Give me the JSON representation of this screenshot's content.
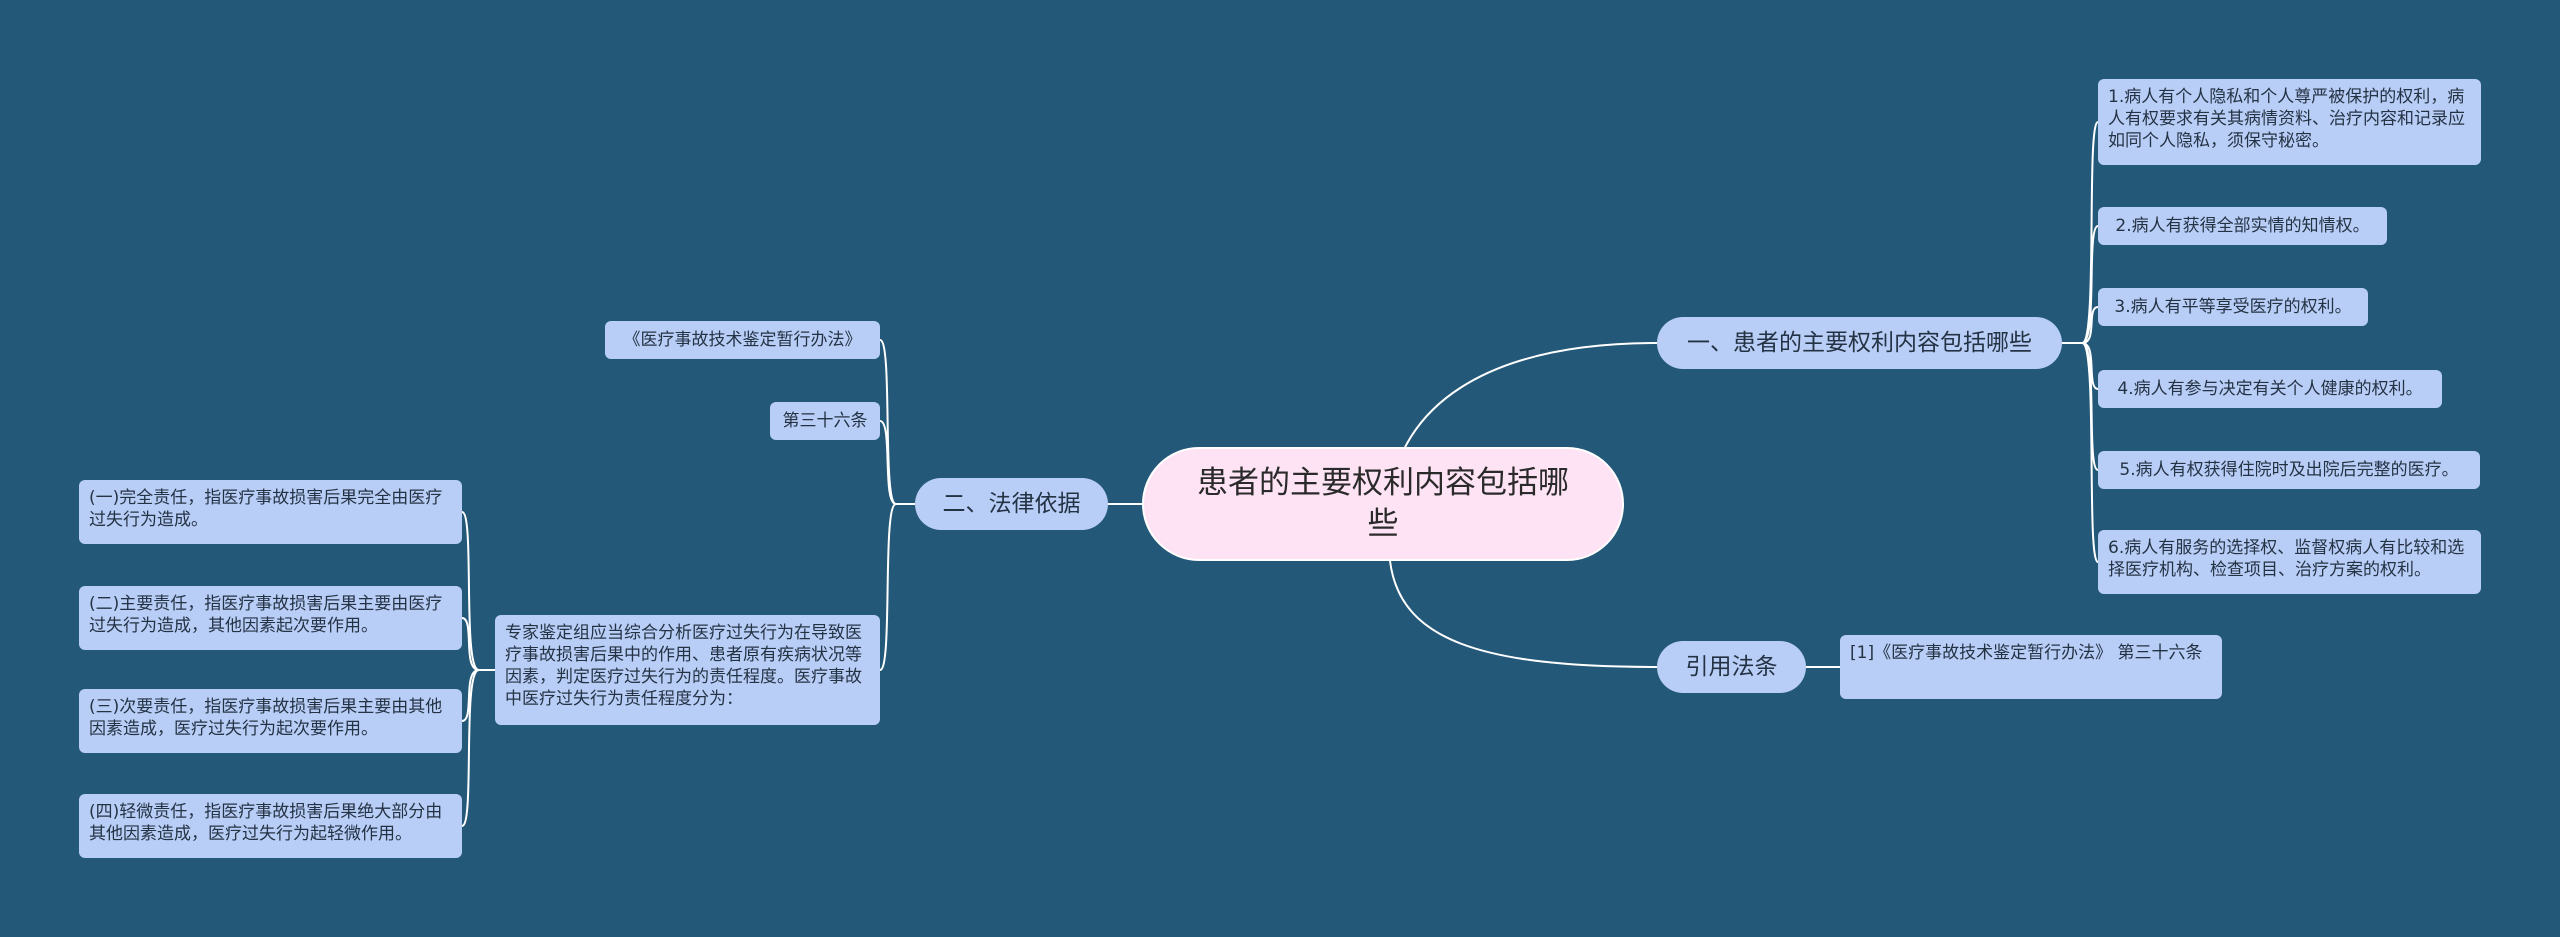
{
  "root": {
    "title": "患者的主要权利内容包括哪些"
  },
  "branches": {
    "rights": {
      "label": "一、患者的主要权利内容包括哪些",
      "items": [
        "1.病人有个人隐私和个人尊严被保护的权利，病人有权要求有关其病情资料、治疗内容和记录应如同个人隐私，须保守秘密。",
        "2.病人有获得全部实情的知情权。",
        "3.病人有平等享受医疗的权利。",
        "4.病人有参与决定有关个人健康的权利。",
        "5.病人有权获得住院时及出院后完整的医疗。",
        "6.病人有服务的选择权、监督权病人有比较和选择医疗机构、检查项目、治疗方案的权利。"
      ]
    },
    "citation": {
      "label": "引用法条",
      "items": [
        "[1]《医疗事故技术鉴定暂行办法》 第三十六条"
      ]
    },
    "legal": {
      "label": "二、法律依据",
      "items": {
        "law": "《医疗事故技术鉴定暂行办法》",
        "article": "第三十六条",
        "content": "专家鉴定组应当综合分析医疗过失行为在导致医疗事故损害后果中的作用、患者原有疾病状况等因素，判定医疗过失行为的责任程度。医疗事故中医疗过失行为责任程度分为：",
        "levels": [
          "(一)完全责任，指医疗事故损害后果完全由医疗过失行为造成。",
          "(二)主要责任，指医疗事故损害后果主要由医疗过失行为造成，其他因素起次要作用。",
          "(三)次要责任，指医疗事故损害后果主要由其他因素造成，医疗过失行为起次要作用。",
          "(四)轻微责任，指医疗事故损害后果绝大部分由其他因素造成，医疗过失行为起轻微作用。"
        ]
      }
    }
  },
  "colors": {
    "background": "#245878",
    "root_fill": "#fde3f4",
    "node_fill": "#b9cef7",
    "link": "#ffffff"
  }
}
